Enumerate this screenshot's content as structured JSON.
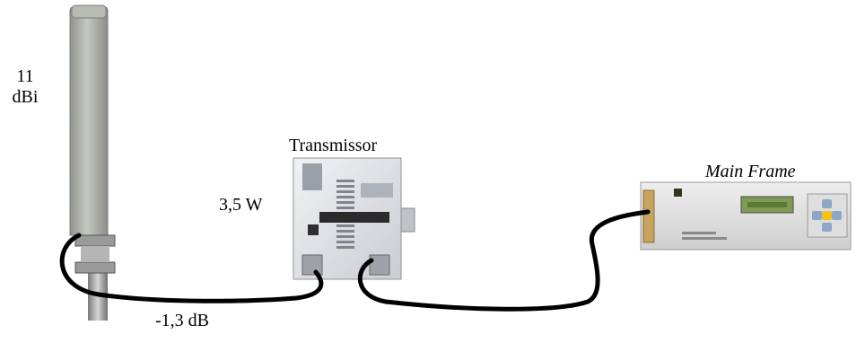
{
  "antenna": {
    "gain_line1": "11",
    "gain_line2": "dBi"
  },
  "transmitter": {
    "label": "Transmissor",
    "power": "3,5 W"
  },
  "cable": {
    "loss": "-1,3 dB"
  },
  "main_frame": {
    "label": "Main Frame"
  },
  "colors": {
    "antenna_body": "#a9ada6",
    "cable": "#000000",
    "panel": "#e3e3e3",
    "lcd": "#7f9a55",
    "handle": "#c5a45d",
    "key_center": "#f0c419",
    "keys": "#8ea6c7"
  }
}
